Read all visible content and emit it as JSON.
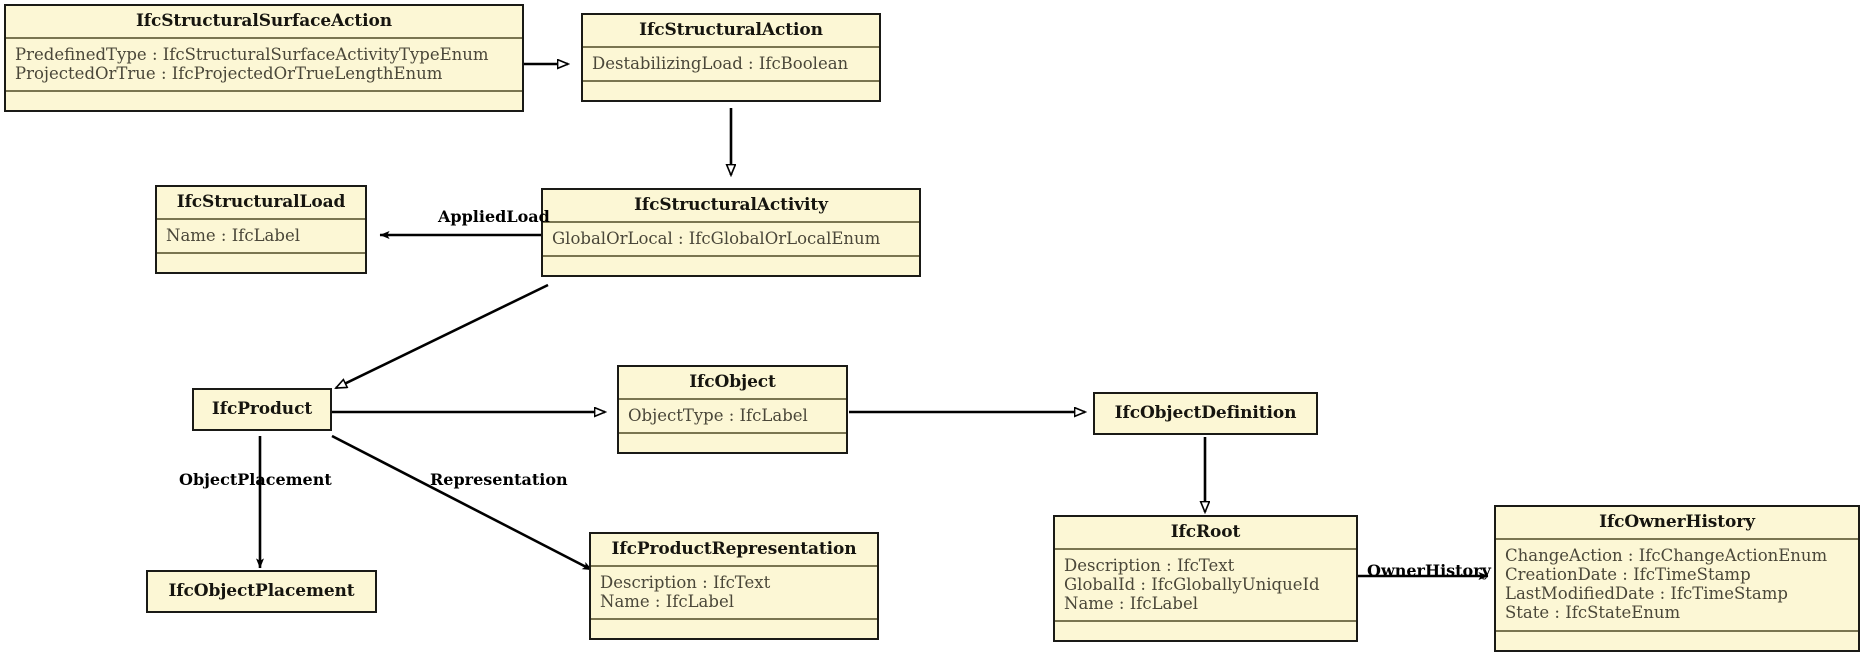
{
  "diagram": {
    "type": "uml-class-diagram",
    "title": "IFC Structural Activity class hierarchy",
    "style": {
      "box_fill": "#FCF7D5",
      "box_border": "#1a1a16",
      "compartment_divider": "#7a7551",
      "attribute_text": "#4a4739",
      "title_text": "#16150f",
      "edge_color": "#000000",
      "background": "#ffffff"
    }
  },
  "classes": [
    {
      "id": "ifc-structural-surface-action",
      "name": "IfcStructuralSurfaceAction",
      "attributes": [
        "PredefinedType : IfcStructuralSurfaceActivityTypeEnum",
        "ProjectedOrTrue : IfcProjectedOrTrueLengthEnum"
      ],
      "has_operations_compartment": true
    },
    {
      "id": "ifc-structural-action",
      "name": "IfcStructuralAction",
      "attributes": [
        "DestabilizingLoad : IfcBoolean"
      ],
      "has_operations_compartment": true
    },
    {
      "id": "ifc-structural-load",
      "name": "IfcStructuralLoad",
      "attributes": [
        "Name : IfcLabel"
      ],
      "has_operations_compartment": true
    },
    {
      "id": "ifc-structural-activity",
      "name": "IfcStructuralActivity",
      "attributes": [
        "GlobalOrLocal : IfcGlobalOrLocalEnum"
      ],
      "has_operations_compartment": true
    },
    {
      "id": "ifc-product",
      "name": "IfcProduct",
      "attributes": [],
      "has_operations_compartment": false
    },
    {
      "id": "ifc-object",
      "name": "IfcObject",
      "attributes": [
        "ObjectType : IfcLabel"
      ],
      "has_operations_compartment": true
    },
    {
      "id": "ifc-object-definition",
      "name": "IfcObjectDefinition",
      "attributes": [],
      "has_operations_compartment": false
    },
    {
      "id": "ifc-object-placement",
      "name": "IfcObjectPlacement",
      "attributes": [],
      "has_operations_compartment": false
    },
    {
      "id": "ifc-product-representation",
      "name": "IfcProductRepresentation",
      "attributes": [
        "Description : IfcText",
        "Name : IfcLabel"
      ],
      "has_operations_compartment": true
    },
    {
      "id": "ifc-root",
      "name": "IfcRoot",
      "attributes": [
        "Description : IfcText",
        "GlobalId : IfcGloballyUniqueId",
        "Name : IfcLabel"
      ],
      "has_operations_compartment": true
    },
    {
      "id": "ifc-owner-history",
      "name": "IfcOwnerHistory",
      "attributes": [
        "ChangeAction : IfcChangeActionEnum",
        "CreationDate : IfcTimeStamp",
        "LastModifiedDate : IfcTimeStamp",
        "State : IfcStateEnum"
      ],
      "has_operations_compartment": true
    }
  ],
  "relationships": [
    {
      "id": "gen-surface-action",
      "kind": "generalization",
      "from": "IfcStructuralSurfaceAction",
      "to": "IfcStructuralAction",
      "label": ""
    },
    {
      "id": "gen-action-activity",
      "kind": "generalization",
      "from": "IfcStructuralAction",
      "to": "IfcStructuralActivity",
      "label": ""
    },
    {
      "id": "assoc-applied-load",
      "kind": "association",
      "from": "IfcStructuralActivity",
      "to": "IfcStructuralLoad",
      "label": "AppliedLoad"
    },
    {
      "id": "gen-activity-product",
      "kind": "generalization",
      "from": "IfcStructuralActivity",
      "to": "IfcProduct",
      "label": ""
    },
    {
      "id": "gen-product-object",
      "kind": "generalization",
      "from": "IfcProduct",
      "to": "IfcObject",
      "label": ""
    },
    {
      "id": "gen-object-objectdefinition",
      "kind": "generalization",
      "from": "IfcObject",
      "to": "IfcObjectDefinition",
      "label": ""
    },
    {
      "id": "gen-objectdefinition-root",
      "kind": "generalization",
      "from": "IfcObjectDefinition",
      "to": "IfcRoot",
      "label": ""
    },
    {
      "id": "assoc-object-placement",
      "kind": "association",
      "from": "IfcProduct",
      "to": "IfcObjectPlacement",
      "label": "ObjectPlacement"
    },
    {
      "id": "assoc-representation",
      "kind": "association",
      "from": "IfcProduct",
      "to": "IfcProductRepresentation",
      "label": "Representation"
    },
    {
      "id": "assoc-owner-history",
      "kind": "association",
      "from": "IfcRoot",
      "to": "IfcOwnerHistory",
      "label": "OwnerHistory"
    }
  ],
  "edge_labels": {
    "applied_load": "AppliedLoad",
    "object_placement": "ObjectPlacement",
    "representation": "Representation",
    "owner_history": "OwnerHistory"
  }
}
